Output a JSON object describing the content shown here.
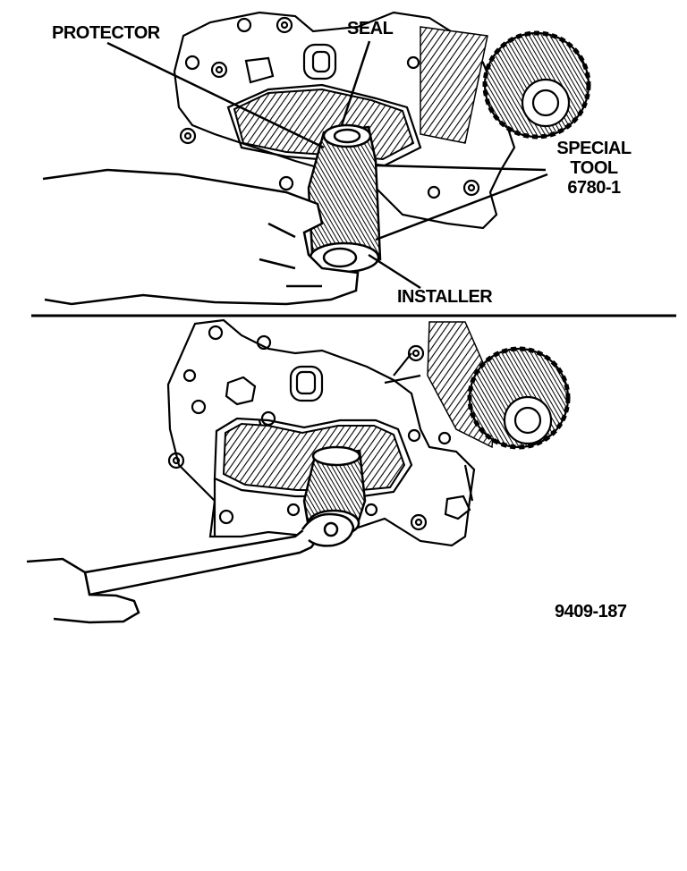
{
  "figure_id": "9409-187",
  "labels": {
    "protector": "PROTECTOR",
    "seal": "SEAL",
    "special_tool_line1": "SPECIAL",
    "special_tool_line2": "TOOL",
    "special_tool_line3": "6780-1",
    "installer": "INSTALLER"
  },
  "colors": {
    "ink": "#000000",
    "paper": "#ffffff"
  }
}
